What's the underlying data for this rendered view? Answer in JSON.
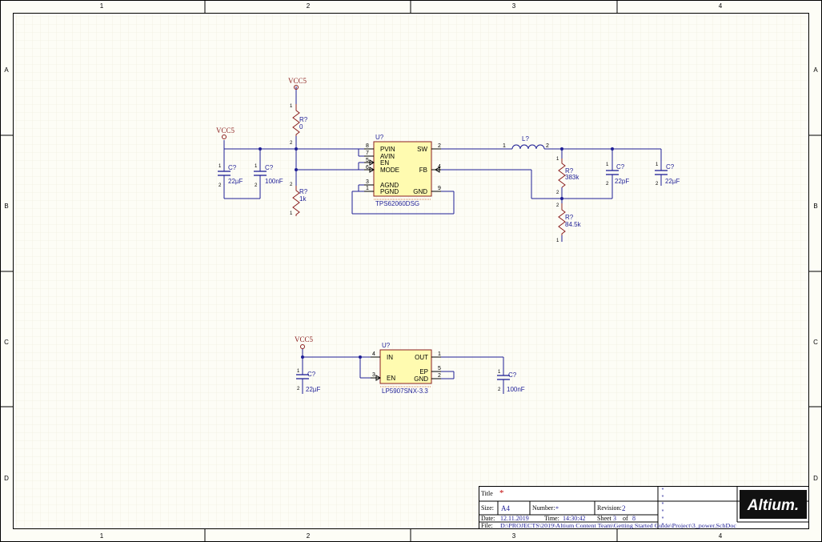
{
  "colors": {
    "background": "#fdfdf6",
    "grid": "#ece9d8",
    "border": "#000000",
    "wire": "#1e1e96",
    "ic_fill": "#fffbb0",
    "ic_stroke": "#8b1f1f",
    "component": "#1e1e96",
    "designator": "#1e1e96",
    "power_label": "#8b1f1f",
    "pin_number": "#000000"
  },
  "frame": {
    "columns": [
      "1",
      "2",
      "3",
      "4"
    ],
    "rows": [
      "A",
      "B",
      "C",
      "D"
    ]
  },
  "power_ports": [
    "VCC5",
    "VCC5",
    "VCC5"
  ],
  "ic1": {
    "designator": "U?",
    "part": "TPS62060DSG",
    "pins_left": [
      "PVIN",
      "AVIN",
      "EN",
      "MODE",
      "AGND",
      "PGND"
    ],
    "pins_right": [
      "SW",
      "FB",
      "GND"
    ],
    "pin_numbers": [
      "8",
      "7",
      "5",
      "6",
      "3",
      "1",
      "2",
      "4",
      "9"
    ]
  },
  "ic2": {
    "designator": "U?",
    "part": "LP5907SNX-3.3",
    "pins_left": [
      "IN",
      "EN"
    ],
    "pins_right": [
      "OUT",
      "EP",
      "GND"
    ],
    "pin_numbers": [
      "4",
      "3",
      "1",
      "5",
      "2"
    ]
  },
  "components": {
    "c1": {
      "designator": "C?",
      "value": "22µF"
    },
    "c2": {
      "designator": "C?",
      "value": "100nF"
    },
    "r1": {
      "designator": "R?",
      "value": "0"
    },
    "r2": {
      "designator": "R?",
      "value": "1k"
    },
    "l1": {
      "designator": "L?"
    },
    "r3": {
      "designator": "R?",
      "value": "383k"
    },
    "r4": {
      "designator": "R?",
      "value": "84.5k"
    },
    "c3": {
      "designator": "C?",
      "value": "22pF"
    },
    "c4": {
      "designator": "C?",
      "value": "22µF"
    },
    "c5": {
      "designator": "C?",
      "value": "22µF"
    },
    "c6": {
      "designator": "C?",
      "value": "100nF"
    }
  },
  "pin_labels": {
    "one": "1",
    "two": "2"
  },
  "title_block": {
    "title_label": "Title",
    "title_value": "*",
    "size_label": "Size:",
    "size_value": "A4",
    "number_label": "Number:",
    "number_value": "*",
    "revision_label": "Revision:",
    "revision_value": "2",
    "date_label": "Date:",
    "date_value": "12.11.2019",
    "time_label": "Time:",
    "time_value": "14:30:42",
    "sheet_label": "Sheet",
    "sheet_value": "3",
    "of_label": "of",
    "of_value": "8",
    "file_label": "File:",
    "file_value": "D:\\PROJECTS\\2019\\Altium Content Team\\Getting Started Guide\\Project\\3_power.SchDoc",
    "logo_text": "Altium.",
    "side_marks": [
      "*",
      "*",
      "*",
      "*",
      "*",
      "*"
    ]
  }
}
